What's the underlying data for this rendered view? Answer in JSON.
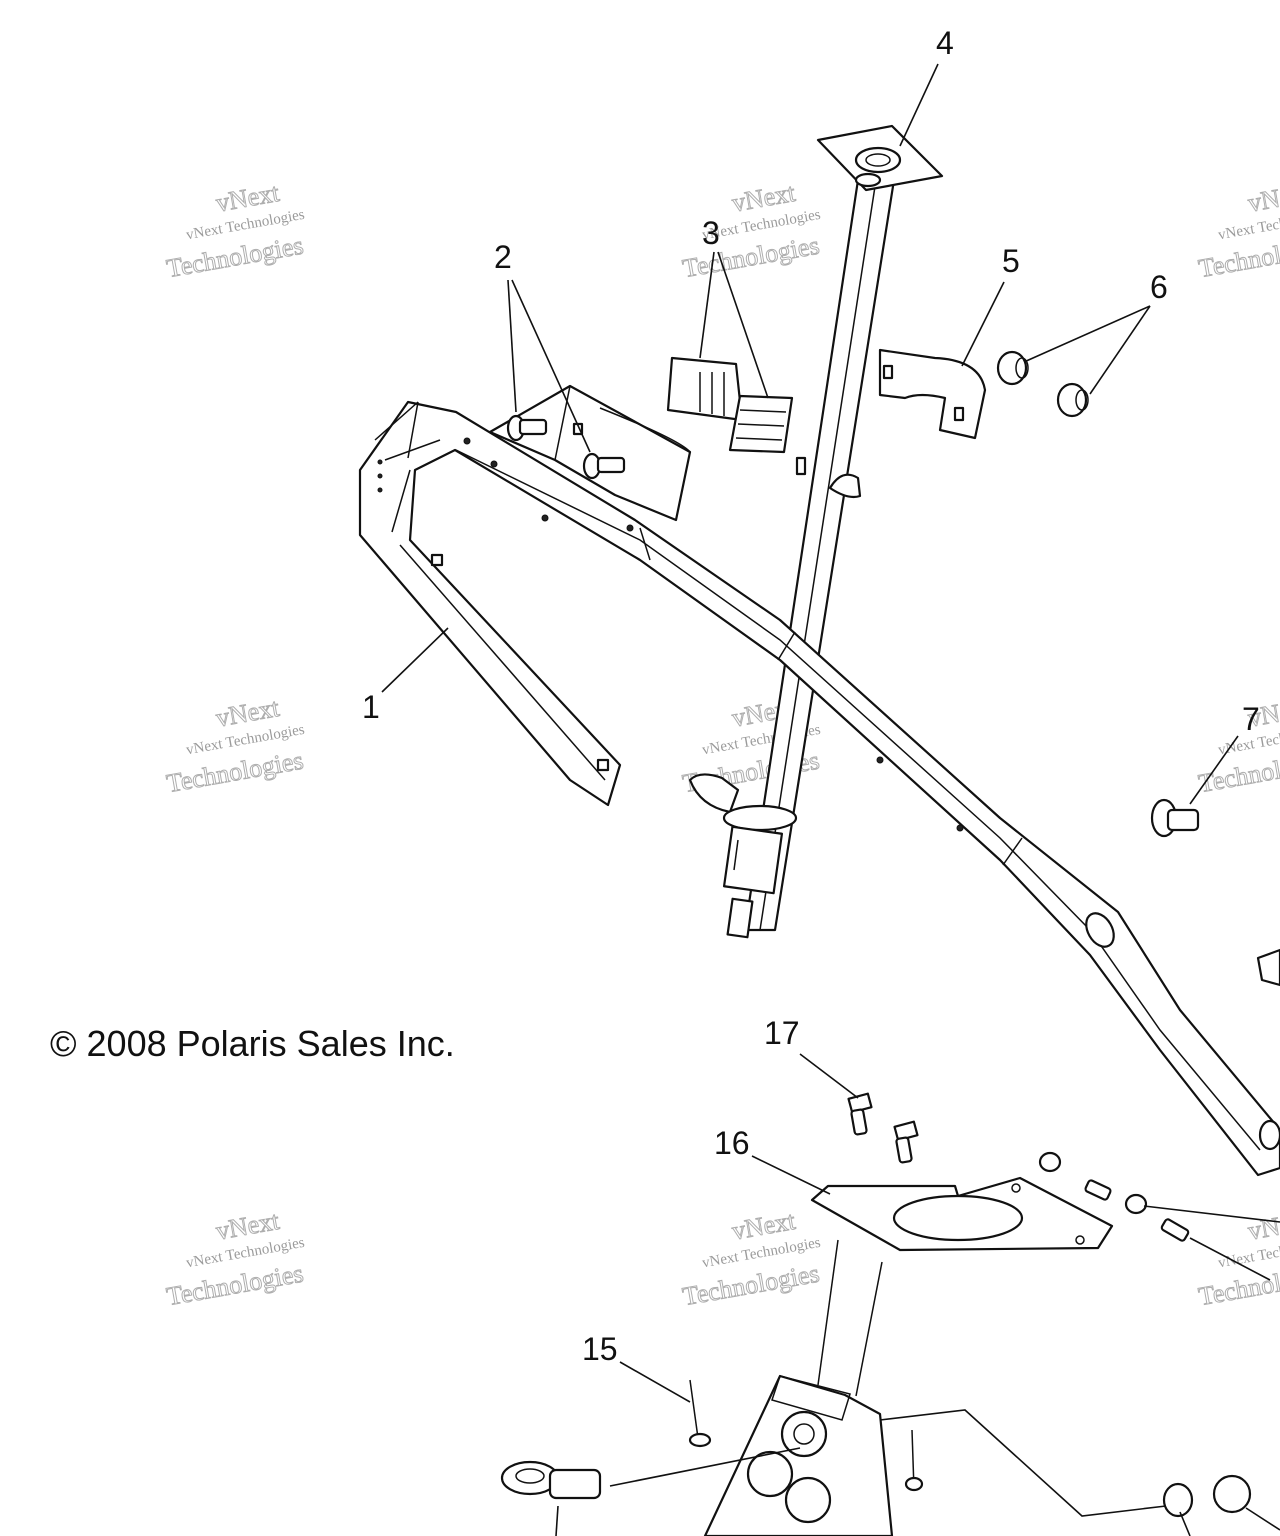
{
  "copyright": "© 2008 Polaris Sales Inc.",
  "watermark": {
    "line1": "vNext Technologies",
    "line2": "vNext",
    "line3": "Technologies"
  },
  "callouts": [
    {
      "id": "1",
      "text": "1"
    },
    {
      "id": "2",
      "text": "2"
    },
    {
      "id": "3",
      "text": "3"
    },
    {
      "id": "4",
      "text": "4"
    },
    {
      "id": "5",
      "text": "5"
    },
    {
      "id": "6",
      "text": "6"
    },
    {
      "id": "7",
      "text": "7"
    },
    {
      "id": "15",
      "text": "15"
    },
    {
      "id": "16",
      "text": "16"
    },
    {
      "id": "17",
      "text": "17"
    }
  ]
}
